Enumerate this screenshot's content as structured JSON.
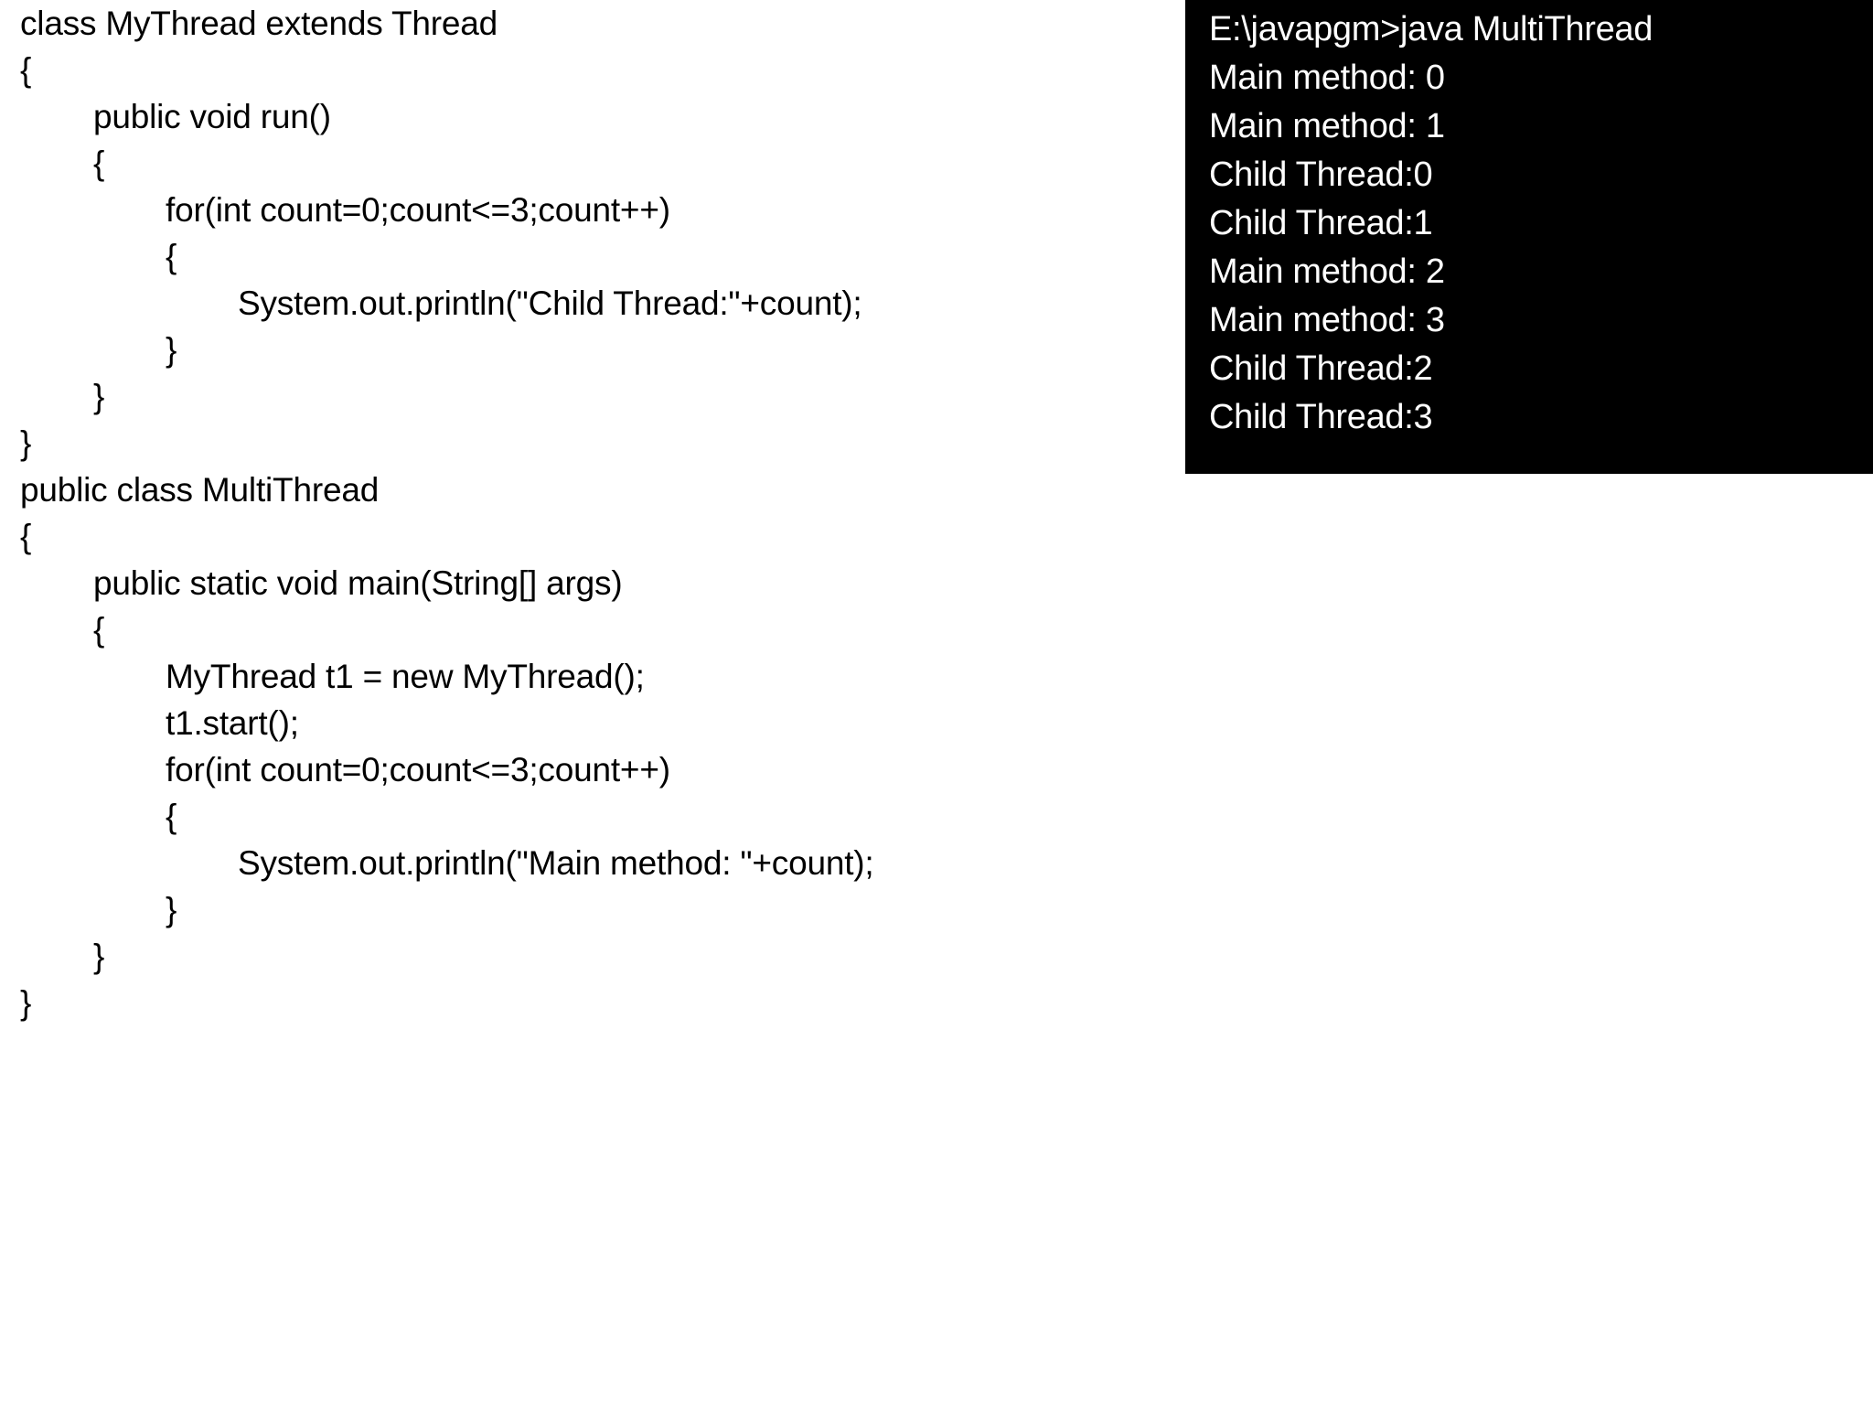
{
  "slide": {
    "background_color": "#ffffff",
    "text_color": "#000000"
  },
  "code_listing": {
    "language": "java",
    "font_color": "#000000",
    "lines": [
      {
        "indent": 0,
        "text": "class MyThread extends Thread"
      },
      {
        "indent": 0,
        "text": "{"
      },
      {
        "indent": 1,
        "text": "public void run()"
      },
      {
        "indent": 1,
        "text": "{"
      },
      {
        "indent": 2,
        "text": "for(int count=0;count<=3;count++)"
      },
      {
        "indent": 2,
        "text": "{"
      },
      {
        "indent": 3,
        "text": "System.out.println(\"Child Thread:\"+count);"
      },
      {
        "indent": 2,
        "text": "}"
      },
      {
        "indent": 1,
        "text": "}"
      },
      {
        "indent": 0,
        "text": "}"
      },
      {
        "indent": 0,
        "text": "public class MultiThread"
      },
      {
        "indent": 0,
        "text": "{"
      },
      {
        "indent": 1,
        "text": "public static void main(String[] args)"
      },
      {
        "indent": 1,
        "text": "{"
      },
      {
        "indent": 2,
        "text": "MyThread t1 = new MyThread();"
      },
      {
        "indent": 2,
        "text": "t1.start();"
      },
      {
        "indent": 2,
        "text": "for(int count=0;count<=3;count++)"
      },
      {
        "indent": 2,
        "text": "{"
      },
      {
        "indent": 3,
        "text": "System.out.println(\"Main method: \"+count);"
      },
      {
        "indent": 2,
        "text": "}"
      },
      {
        "indent": 1,
        "text": "}"
      },
      {
        "indent": 0,
        "text": "}"
      }
    ]
  },
  "console": {
    "background_color": "#000000",
    "text_color": "#ffffff",
    "lines": [
      "E:\\javapgm>java MultiThread",
      "Main method: 0",
      "Main method: 1",
      "Child Thread:0",
      "Child Thread:1",
      "Main method: 2",
      "Main method: 3",
      "Child Thread:2",
      "Child Thread:3"
    ]
  }
}
